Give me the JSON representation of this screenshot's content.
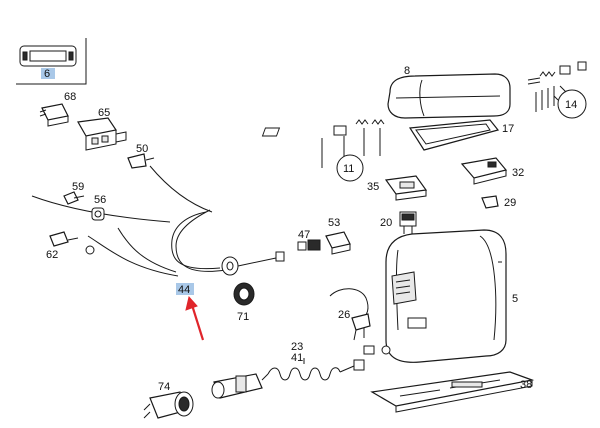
{
  "diagram": {
    "inset_label": "6",
    "highlighted_label": "44",
    "labels": {
      "p8": "8",
      "p14": "14",
      "p17": "17",
      "p11": "11",
      "p35": "35",
      "p32": "32",
      "p29": "29",
      "p20": "20",
      "p5": "5",
      "p38": "38",
      "p68": "68",
      "p65": "65",
      "p50": "50",
      "p59": "59",
      "p56": "56",
      "p62": "62",
      "p53": "53",
      "p47": "47",
      "p71": "71",
      "p26": "26",
      "p23": "23",
      "p41": "41",
      "p74": "74"
    },
    "colors": {
      "highlight": "#a9c8e8",
      "arrow": "#e0252b",
      "line": "#1a1a1a"
    }
  }
}
